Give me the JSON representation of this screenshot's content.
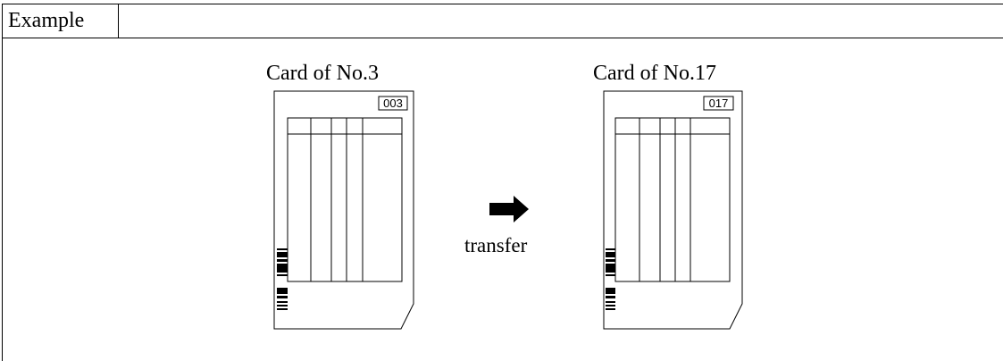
{
  "header": {
    "tab_label": "Example"
  },
  "cards": [
    {
      "title": "Card of No.3",
      "number": "003"
    },
    {
      "title": "Card of No.17",
      "number": "017"
    }
  ],
  "transfer": {
    "label": "transfer",
    "icon": "arrow-right-icon"
  }
}
